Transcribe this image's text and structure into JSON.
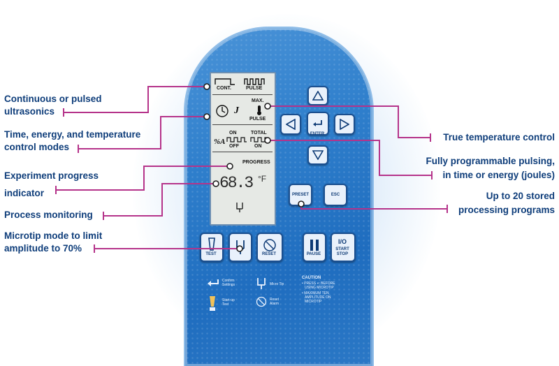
{
  "callouts_left": [
    {
      "line1": "Continuous or pulsed",
      "line2": "ultrasonics"
    },
    {
      "line1": "Time, energy, and temperature",
      "line2": "control modes"
    },
    {
      "line1": "Experiment progress",
      "line2": "indicator"
    },
    {
      "line1": "Process monitoring",
      "line2": ""
    },
    {
      "line1": "Microtip mode to limit",
      "line2": "amplitude to 70%"
    }
  ],
  "callouts_right": [
    {
      "line1": "True temperature control",
      "line2": ""
    },
    {
      "line1": "Fully programmable pulsing,",
      "line2": "in time or energy (joules)"
    },
    {
      "line1": "Up to 20 stored",
      "line2": "processing programs"
    }
  ],
  "lcd": {
    "cont": "CONT.",
    "pulse": "PULSE",
    "max": "MAX.",
    "pulse2": "PULSE",
    "j": "J",
    "pct": "%A",
    "on": "ON",
    "off": "OFF",
    "total": "TOTAL",
    "total_on": "ON",
    "progress": "PROGRESS",
    "reading": "68.3",
    "unit": "°F"
  },
  "keys": {
    "enter": "ENTER",
    "preset": "PRESET",
    "esc": "ESC",
    "test": "TEST",
    "reset": "RESET",
    "pause": "PAUSE",
    "io": "I/O",
    "startstop_1": "START",
    "startstop_2": "STOP"
  },
  "legend": {
    "confirm_1": "Confirm",
    "confirm_2": "Settings",
    "startup_1": "Start-up",
    "startup_2": "Test",
    "microtip": "Micro Tip",
    "reset_1": "Reset",
    "reset_2": "Alarm",
    "caution": "CAUTION",
    "caution_1": "• PRESS ↵ BEFORE",
    "caution_2": "USING MICROTIP",
    "caution_3": "• MAXIMUM TEN",
    "caution_4": "AMPLITUDE ON",
    "caution_5": "MICROTIP"
  },
  "colors": {
    "label": "#0e3d7a",
    "leader": "#b5338a",
    "panel": "#2f7fcc"
  }
}
